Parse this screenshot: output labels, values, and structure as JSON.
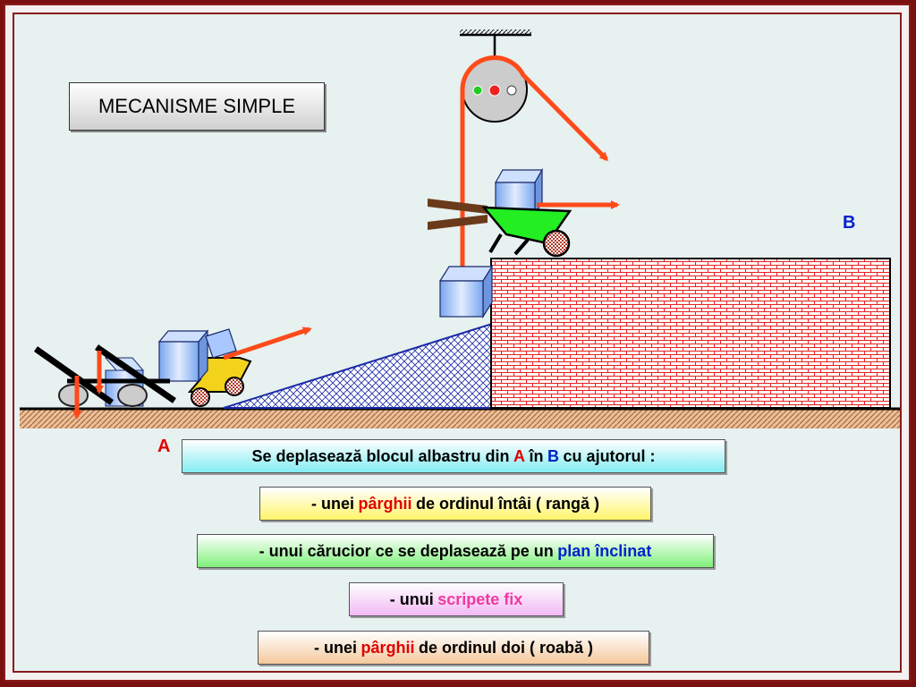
{
  "title": "MECANISME SIMPLE",
  "labels": {
    "point_a": "A",
    "point_b": "B"
  },
  "captions": {
    "intro": {
      "pre": "Se deplasează blocul albastru din ",
      "a": "A",
      "mid": " în ",
      "b": "B",
      "post": " cu ajutorul :"
    },
    "lever1": {
      "pre": "- unei ",
      "highlight": "pârghii",
      "post": " de ordinul întâi ( rangă )"
    },
    "incline": {
      "pre": "- unui cărucior ce se deplasează pe un ",
      "highlight": "plan înclinat"
    },
    "pulley": {
      "pre": "- unui ",
      "highlight": "scripete fix"
    },
    "lever2": {
      "pre": "- unei ",
      "highlight": "pârghii",
      "post": " de ordinul doi ( roabă )"
    }
  },
  "colors": {
    "arrow": "#ff4a1a",
    "brick": "#e62020",
    "ramp": "#1a2aa8",
    "wheelbarrow": "#22ee22",
    "cart": "#f2d21b",
    "block": "#a8c8ff",
    "frame": "#8b1a1a",
    "background": "#e6f1f0"
  },
  "icons": [
    "pulley-icon",
    "crowbar-lever-icon",
    "wheelbarrow-icon",
    "cart-icon",
    "block-icon",
    "brick-wall-icon",
    "ramp-icon"
  ]
}
